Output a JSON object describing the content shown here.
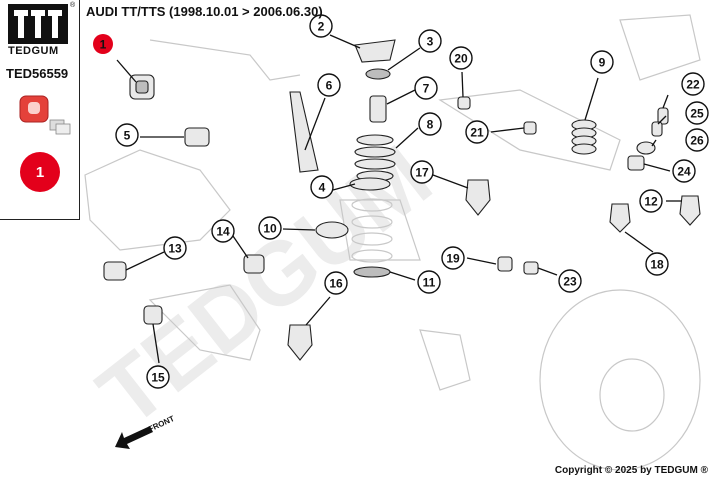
{
  "brand": {
    "name": "TEDGUM",
    "reg": "®"
  },
  "part_number": "TED56559",
  "highlight_badge": "1",
  "title": "AUDI TT/TTS  (1998.10.01 > 2006.06.30)",
  "copyright": "Copyright © 2025 by TEDGUM ®",
  "front_label": "FRONT",
  "watermark": "TEDGUM",
  "callouts": [
    {
      "id": "1",
      "highlight": true
    },
    {
      "id": "2"
    },
    {
      "id": "3"
    },
    {
      "id": "4"
    },
    {
      "id": "5"
    },
    {
      "id": "6"
    },
    {
      "id": "7"
    },
    {
      "id": "8"
    },
    {
      "id": "9"
    },
    {
      "id": "10"
    },
    {
      "id": "11"
    },
    {
      "id": "12"
    },
    {
      "id": "13"
    },
    {
      "id": "14"
    },
    {
      "id": "15"
    },
    {
      "id": "16"
    },
    {
      "id": "17"
    },
    {
      "id": "18"
    },
    {
      "id": "19"
    },
    {
      "id": "20"
    },
    {
      "id": "21"
    },
    {
      "id": "22"
    },
    {
      "id": "23"
    },
    {
      "id": "24"
    },
    {
      "id": "25"
    },
    {
      "id": "26"
    }
  ],
  "colors": {
    "highlight": "#e3001b",
    "ink": "#111111",
    "ghost": "#c8c8c8"
  }
}
